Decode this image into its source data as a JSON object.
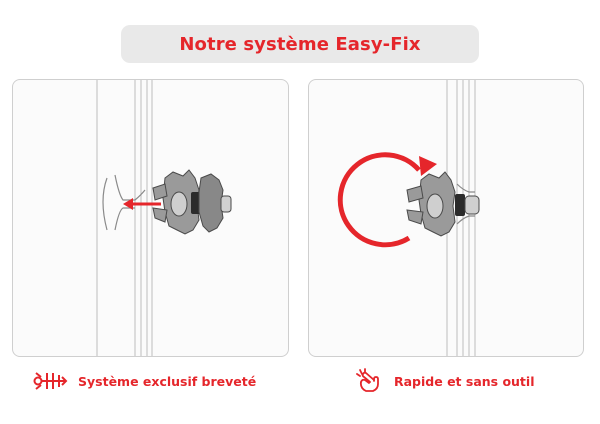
{
  "title": "Notre système Easy-Fix",
  "features": [
    {
      "label": "Système exclusif breveté",
      "icon": "patent-fastener-icon"
    },
    {
      "label": "Rapide et sans outil",
      "icon": "snap-hand-icon"
    }
  ],
  "colors": {
    "accent": "#e5262b",
    "pill": "#e9e9e9",
    "line": "#bdbdbd",
    "nut": "#6b6b6b"
  }
}
